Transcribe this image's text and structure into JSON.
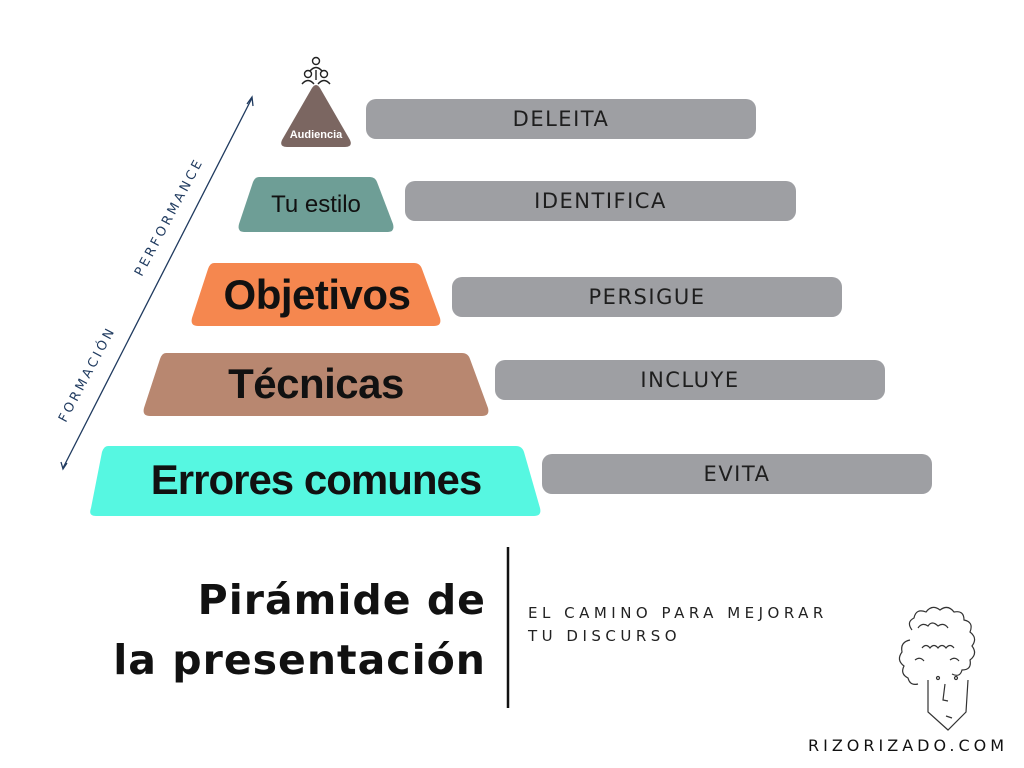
{
  "tiers": [
    {
      "label": "Audiencia",
      "action": "DELEITA",
      "color": "#7b6661"
    },
    {
      "label": "Tu estilo",
      "action": "IDENTIFICA",
      "color": "#6e9e96"
    },
    {
      "label": "Objetivos",
      "action": "PERSIGUE",
      "color": "#f5874f"
    },
    {
      "label": "Técnicas",
      "action": "INCLUYE",
      "color": "#b88770"
    },
    {
      "label": "Errores comunes",
      "action": "EVITA",
      "color": "#56f7e1"
    }
  ],
  "axis": {
    "formacion": "FORMACIÓN",
    "performance": "PERFORMANCE",
    "color": "#1f3a5f"
  },
  "title": {
    "line1": "Pirámide de",
    "line2": "la presentación"
  },
  "subtitle": {
    "line1": "EL CAMINO PARA MEJORAR",
    "line2": "TU DISCURSO"
  },
  "brand": "RIZORIZADO.COM",
  "icons": {
    "top": "audience-people-icon",
    "logo": "curly-hair-face-icon"
  },
  "bar_color": "#9e9fa3"
}
